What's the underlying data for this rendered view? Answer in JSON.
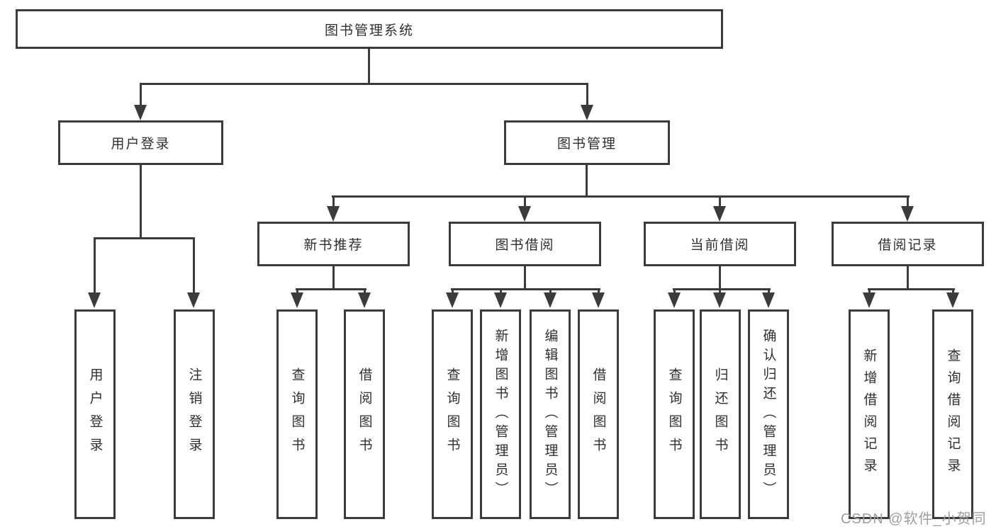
{
  "diagram_title": "图书管理系统",
  "nodes": {
    "root": "图书管理系统",
    "user_login": "用户登录",
    "book_management": "图书管理",
    "new_book_recommend": "新书推荐",
    "book_borrowing": "图书借阅",
    "current_borrowing": "当前借阅",
    "borrowing_records": "借阅记录",
    "leaf_user_login": "用户登录",
    "leaf_logout": "注销登录",
    "leaf_recommend_query_books": "查询图书",
    "leaf_recommend_borrow_books": "借阅图书",
    "leaf_borrowing_query_books": "查询图书",
    "leaf_borrowing_add_books": "新增图书（管理员）",
    "leaf_borrowing_edit_books": "编辑图书（管理员）",
    "leaf_borrowing_borrow_books": "借阅图书",
    "leaf_current_query_books": "查询图书",
    "leaf_current_return_books": "归还图书",
    "leaf_current_confirm_return": "确认归还（管理员）",
    "leaf_records_add_record": "新增借阅记录",
    "leaf_records_query_record": "查询借阅记录"
  },
  "hierarchy": {
    "图书管理系统": {
      "用户登录": [
        "用户登录",
        "注销登录"
      ],
      "图书管理": {
        "新书推荐": [
          "查询图书",
          "借阅图书"
        ],
        "图书借阅": [
          "查询图书",
          "新增图书（管理员）",
          "编辑图书（管理员）",
          "借阅图书"
        ],
        "当前借阅": [
          "查询图书",
          "归还图书",
          "确认归还（管理员）"
        ],
        "借阅记录": [
          "新增借阅记录",
          "查询借阅记录"
        ]
      }
    }
  },
  "watermark": "CSDN @软件_小贺同学",
  "colors": {
    "line": "#3b3b3b",
    "box_border": "#3b3b3b",
    "text": "#2f2f2f",
    "watermark": "#9e9e9e",
    "background": "#ffffff"
  }
}
